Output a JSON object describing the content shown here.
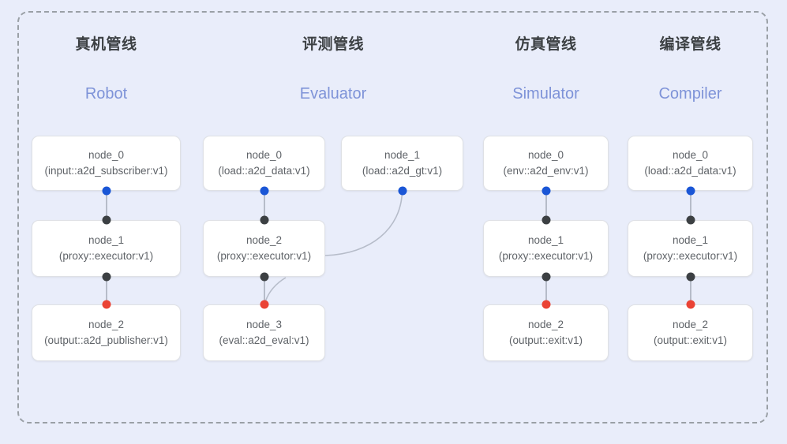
{
  "panel": {
    "border_style": "dashed",
    "border_color": "#9aa0a6",
    "background": "#e9edfa"
  },
  "palette": {
    "title_color": "#3c4043",
    "subtitle_color": "#7e93d8",
    "node_text_color": "#5f6368",
    "card_background": "#ffffff",
    "card_border": "#dfe1e5",
    "edge_color": "#b6bcc9",
    "port_blue": "#1a56d6",
    "port_black": "#3c4043",
    "port_red": "#ea4335"
  },
  "columns": [
    {
      "title": "真机管线",
      "subtitle": "Robot",
      "nodes": [
        {
          "name": "node_0",
          "type": "(input::a2d_subscriber:v1)"
        },
        {
          "name": "node_1",
          "type": "(proxy::executor:v1)"
        },
        {
          "name": "node_2",
          "type": "(output::a2d_publisher:v1)"
        }
      ]
    },
    {
      "title": "评测管线",
      "subtitle": "Evaluator",
      "nodes": [
        {
          "name": "node_0",
          "type": "(load::a2d_data:v1)"
        },
        {
          "name": "node_1",
          "type": "(load::a2d_gt:v1)"
        },
        {
          "name": "node_2",
          "type": "(proxy::executor:v1)"
        },
        {
          "name": "node_3",
          "type": "(eval::a2d_eval:v1)"
        }
      ]
    },
    {
      "title": "仿真管线",
      "subtitle": "Simulator",
      "nodes": [
        {
          "name": "node_0",
          "type": "(env::a2d_env:v1)"
        },
        {
          "name": "node_1",
          "type": "(proxy::executor:v1)"
        },
        {
          "name": "node_2",
          "type": "(output::exit:v1)"
        }
      ]
    },
    {
      "title": "编译管线",
      "subtitle": "Compiler",
      "nodes": [
        {
          "name": "node_0",
          "type": "(load::a2d_data:v1)"
        },
        {
          "name": "node_1",
          "type": "(proxy::executor:v1)"
        },
        {
          "name": "node_2",
          "type": "(output::exit:v1)"
        }
      ]
    }
  ]
}
